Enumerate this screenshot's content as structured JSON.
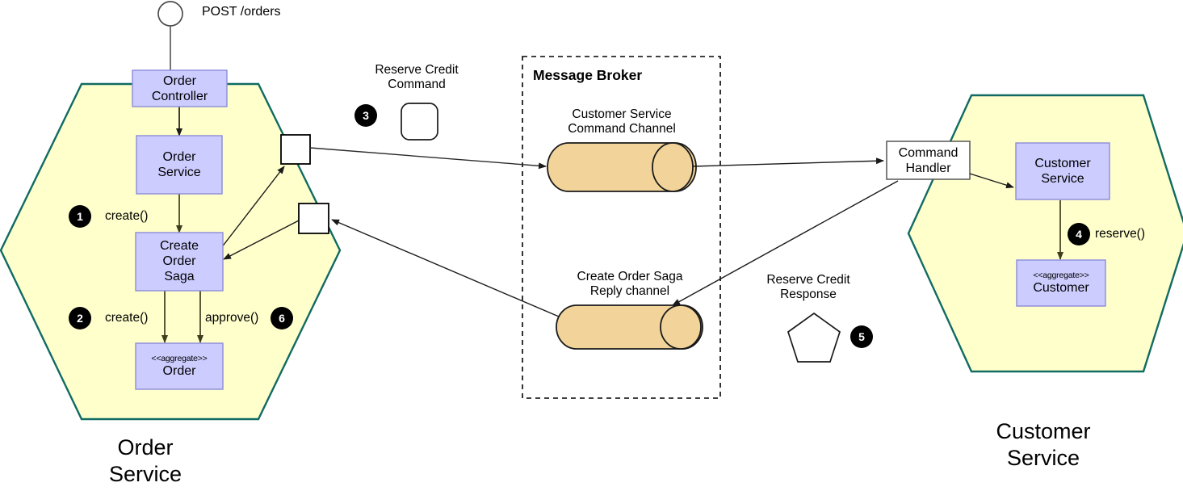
{
  "diagram": {
    "title_entrypoint": "POST /orders",
    "colors": {
      "hexagon_fill": "#ffffcc",
      "hexagon_stroke": "#106b63",
      "component_fill": "#ccccff",
      "component_stroke": "#8c8cd9",
      "channel_fill": "#f2d49b",
      "channel_stroke": "#1a1a1a",
      "badge_fill": "#000000",
      "badge_text": "#ffffff",
      "line": "#1a1a1a",
      "broker_border": "#000000",
      "plain_box_fill": "#ffffff"
    }
  },
  "order_service": {
    "hexagon_label": "Order\nService",
    "entrypoint_label": "POST /orders",
    "components": [
      {
        "id": "order-controller",
        "label": "Order\nController"
      },
      {
        "id": "order-service",
        "label": "Order\nService"
      },
      {
        "id": "create-order-saga",
        "label": "Create\nOrder\nSaga"
      }
    ],
    "aggregate": {
      "stereotype": "<<aggregate>>",
      "name": "Order"
    },
    "annotations": [
      {
        "badge": "1",
        "text": "create()"
      },
      {
        "badge": "2",
        "text": "create()"
      },
      {
        "badge": "6",
        "text": "approve()"
      }
    ],
    "adapters": [
      {
        "id": "outbound-adapter",
        "label": ""
      },
      {
        "id": "inbound-adapter",
        "label": ""
      }
    ]
  },
  "messages": {
    "reserve_credit_command": {
      "label": "Reserve Credit\nCommand",
      "badge": "3",
      "shape": "rounded-square"
    },
    "reserve_credit_response": {
      "label": "Reserve Credit\nResponse",
      "badge": "5",
      "shape": "pentagon"
    }
  },
  "message_broker": {
    "title": "Message Broker",
    "channels": [
      {
        "id": "customer-service-command-channel",
        "label": "Customer Service\nCommand Channel"
      },
      {
        "id": "create-order-saga-reply-channel",
        "label": "Create Order Saga\nReply channel"
      }
    ]
  },
  "customer_service": {
    "hexagon_label": "Customer\nService",
    "command_handler": {
      "label": "Command\nHandler"
    },
    "components": [
      {
        "id": "customer-service",
        "label": "Customer\nService"
      }
    ],
    "aggregate": {
      "stereotype": "<<aggregate>>",
      "name": "Customer"
    },
    "annotations": [
      {
        "badge": "4",
        "text": "reserve()"
      }
    ]
  }
}
